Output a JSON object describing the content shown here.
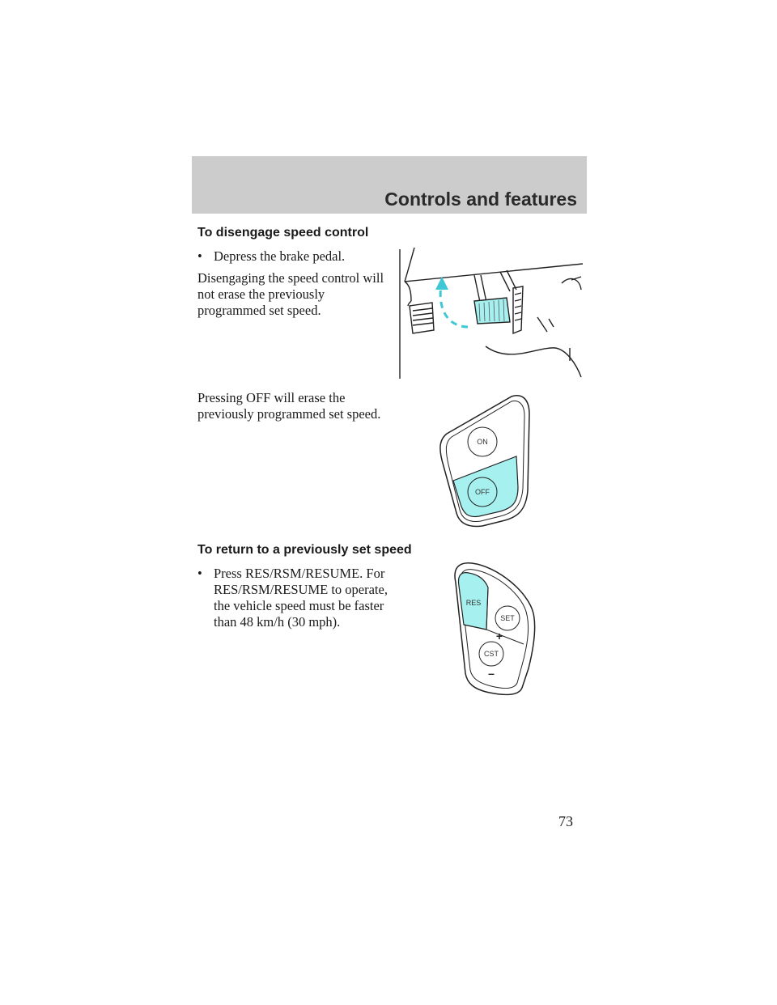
{
  "header": {
    "section_title": "Controls and features"
  },
  "disengage": {
    "heading": "To disengage speed control",
    "bullet": "Depress the brake pedal.",
    "para1": "Disengaging the speed control will\nnot erase the previously\nprogrammed set speed.",
    "para2": "Pressing OFF will erase the\npreviously programmed set speed."
  },
  "return": {
    "heading": "To return to a previously set speed",
    "bullet": "Press RES/RSM/RESUME. For\nRES/RSM/RESUME to operate,\nthe vehicle speed must be faster\nthan 48 km/h (30 mph)."
  },
  "switch1": {
    "on_label": "ON",
    "off_label": "OFF"
  },
  "switch2": {
    "res_label": "RES",
    "set_label": "SET",
    "cst_label": "CST",
    "plus_label": "+",
    "minus_label": "–"
  },
  "colors": {
    "highlight": "#a6f0f0",
    "header_band": "#cccccc"
  },
  "page_number": "73"
}
